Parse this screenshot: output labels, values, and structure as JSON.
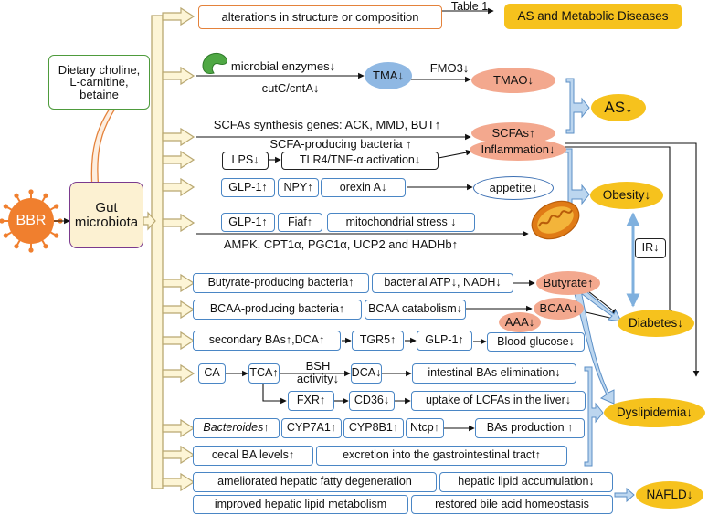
{
  "nodes": {
    "bbr": "BBR",
    "gut": [
      "Gut",
      "microbiota"
    ],
    "dietary": [
      "Dietary choline,",
      "L-carnitine,",
      "betaine"
    ],
    "alterations": "alterations in structure or composition",
    "table1": "Table 1",
    "as_metabolic": "AS and Metabolic Diseases",
    "microbial_enzymes": "microbial enzymes↓",
    "cutc": "cutC/cntA↓",
    "tma": "TMA↓",
    "fmo3": "FMO3↓",
    "tmao": "TMAO↓",
    "as": "AS↓",
    "scfa_genes": "SCFAs synthesis genes: ACK, MMD, BUT↑",
    "scfa_bacteria": "SCFA-producing bacteria ↑",
    "scfas": "SCFAs↑",
    "inflammation": "Inflammation↓",
    "lps": "LPS↓",
    "tlr4": "TLR4/TNF-α activation↓",
    "glp1_a": "GLP-1↑",
    "npy": "NPY↑",
    "orexin": "orexin A↓",
    "appetite": "appetite↓",
    "obesity": "Obesity↓",
    "glp1_b": "GLP-1↑",
    "fiaf": "Fiaf↑",
    "mito_stress": "mitochondrial stress ↓",
    "ampk": "AMPK, CPT1α, PGC1α, UCP2 and HADHb↑",
    "ir": "IR↓",
    "butyrate_bacteria": "Butyrate-producing bacteria↑",
    "atp": "bacterial ATP↓, NADH↓",
    "butyrate": "Butyrate↑",
    "bcaa_bacteria": "BCAA-producing bacteria↑",
    "bcaa_catabolism": "BCAA catabolism↓",
    "bcaa": "BCAA↓",
    "aaa": "AAA↓",
    "diabetes": "Diabetes↓",
    "secondary_bas": "secondary BAs↑,DCA↑",
    "tgr5": "TGR5↑",
    "glp1_c": "GLP-1↑",
    "blood_glucose": "Blood glucose↓",
    "ca": "CA",
    "tca": "TCA↑",
    "bsh": [
      "BSH",
      "activity↓"
    ],
    "dca": "DCA↓",
    "intestinal_bas": "intestinal BAs elimination↓",
    "fxr": "FXR↑",
    "cd36": "CD36↓",
    "uptake_lcfas": "uptake of LCFAs in the liver↓",
    "dyslipidemia": "Dyslipidemia↓",
    "bacteroides": "Bacteroides↑",
    "cyp7a1": "CYP7A1↑",
    "cyp8b1": "CYP8B1↑",
    "ntcp": "Ntcp↑",
    "bas_production": "BAs production ↑",
    "cecal_ba": "cecal BA levels↑",
    "excretion": "excretion into the gastrointestinal tract↑",
    "ameliorated": "ameliorated hepatic fatty degeneration",
    "hepatic_lipid_acc": "hepatic lipid accumulation↓",
    "improved_lipid": "improved hepatic lipid metabolism",
    "bile_homeostasis": "restored bile acid homeostasis",
    "nafld": "NAFLD↓"
  },
  "colors": {
    "blue_border": "#4a86c5",
    "arrow_fill": "#fdf5d6",
    "arrow_stroke": "#b9a871",
    "brace_fill": "#bcd6ef",
    "brace_stroke": "#5b8fc6",
    "yellow": "#f6c21d",
    "salmon": "#f3a88e",
    "orange": "#f07f2e"
  }
}
